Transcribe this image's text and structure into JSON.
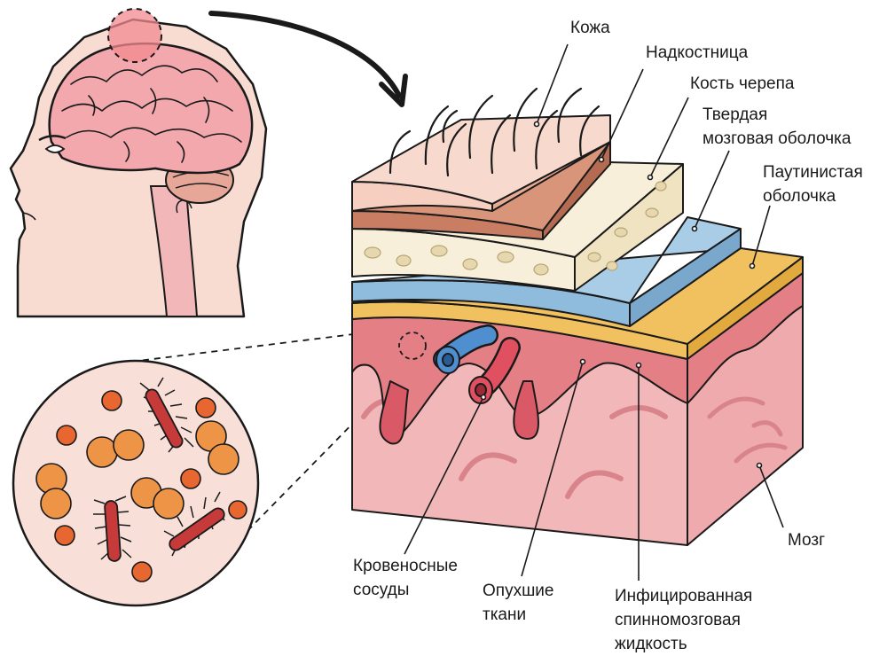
{
  "labels": {
    "skin": "Кожа",
    "periosteum": "Надкостница",
    "skull_bone": "Кость черепа",
    "dura_mater": [
      "Твердая",
      "мозговая оболочка"
    ],
    "arachnoid": [
      "Паутинистая",
      "оболочка"
    ],
    "brain": "Мозг",
    "blood_vessels": [
      "Кровеносные",
      "сосуды"
    ],
    "swollen_tissue": [
      "Опухшие",
      "ткани"
    ],
    "infected_csf": [
      "Инфицированная",
      "спинномозговая",
      "жидкость"
    ]
  },
  "colors": {
    "outline": "#1a1a1a",
    "skin": "#f6cfc1",
    "periosteum": "#c97d62",
    "bone": "#f7efd9",
    "dura": "#8fbbdc",
    "arachnoid": "#f2c15f",
    "pia": "#e47f86",
    "brain": "#f2b7b8",
    "vessel_red": "#e05060",
    "vessel_blue": "#4f8fd0",
    "bacteria_orange": "#ee9446",
    "bacteria_rod": "#c63a3a"
  }
}
